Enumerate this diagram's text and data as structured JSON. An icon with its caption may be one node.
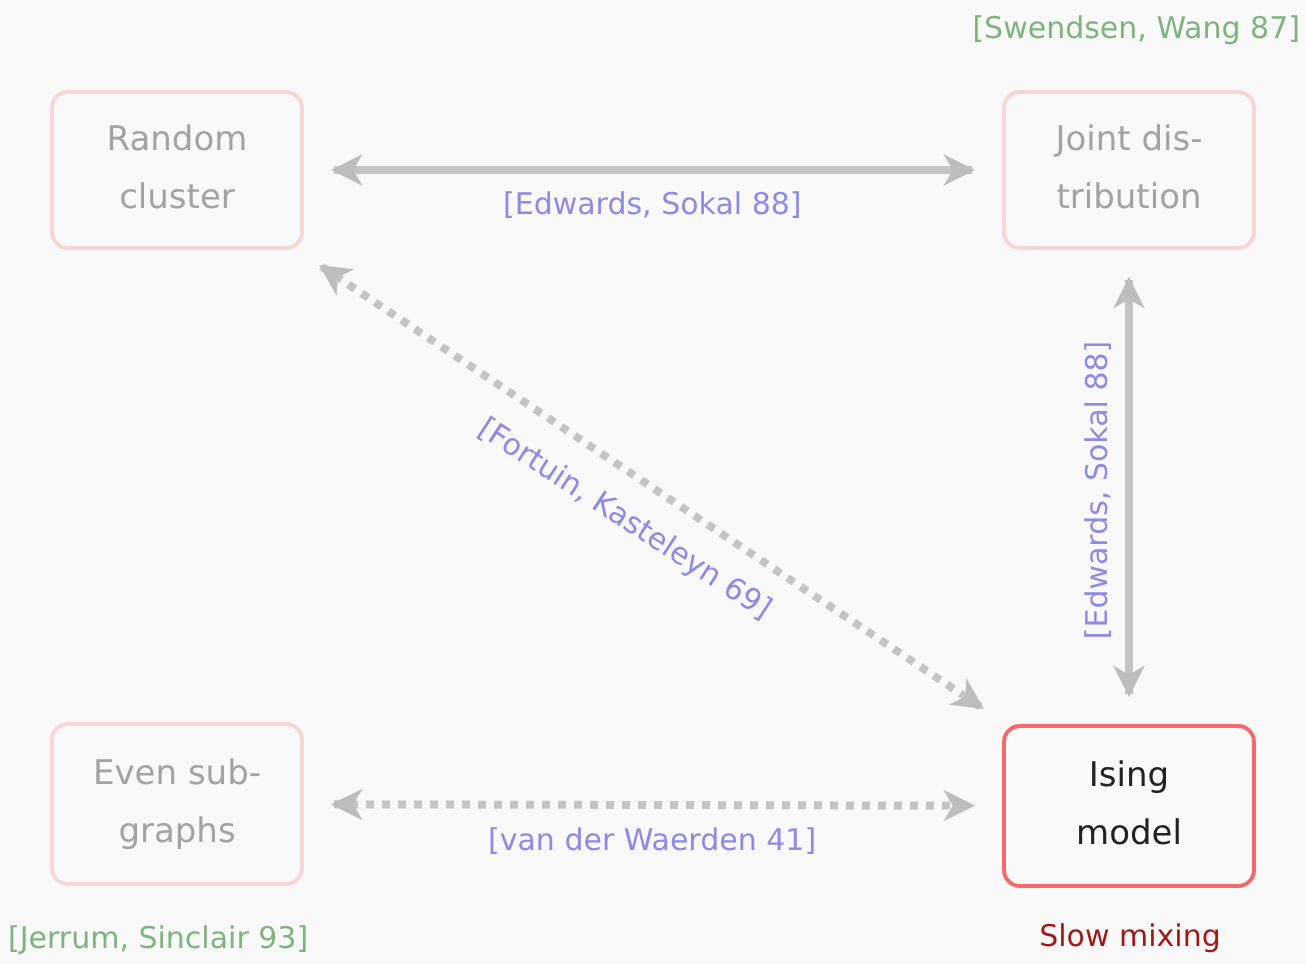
{
  "diagram": {
    "nodes": [
      {
        "text": [
          "Random cluster"
        ]
      },
      {
        "text": [
          "Joint dis-tribution"
        ],
        "beside": [
          "[Swendsen, Wang 87]"
        ]
      },
      {
        "text": [
          "Even sub-graphs"
        ],
        "beside": [
          "[Jerrum, Sinclair 93]"
        ]
      },
      {
        "text": [
          "Ising model"
        ],
        "beside": [
          "Slow mixing"
        ]
      }
    ],
    "edges": [
      {
        "from": 0,
        "to": 1,
        "arrow": "both",
        "label": "[Edwards, Sokal 88]"
      },
      {
        "from": 0,
        "to": 3,
        "arrow": "both",
        "label": "[Fortuin, Kasteleyn 69]",
        "style": "dashed"
      },
      {
        "from": 1,
        "to": 3,
        "arrow": "both",
        "label": "[Edwards, Sokal 88]"
      },
      {
        "from": 2,
        "to": 3,
        "arrow": "both",
        "label": "[van der Waerden 41]",
        "style": "dashed"
      }
    ]
  }
}
